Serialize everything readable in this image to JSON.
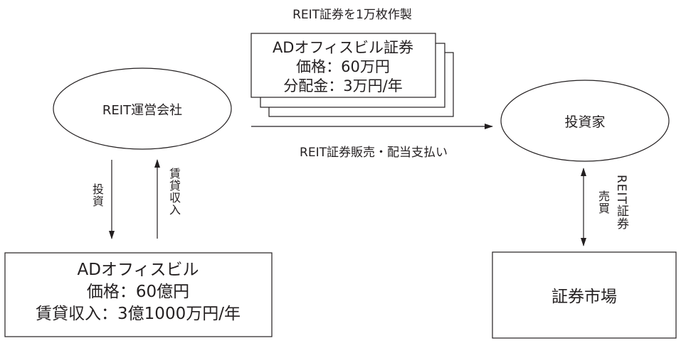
{
  "diagram": {
    "title_label": "REIT証券を1万枚作製",
    "security_card": {
      "lines": [
        "ADオフィスビル証券",
        "価格：60万円",
        "分配金：3万円/年"
      ],
      "stack_count": 3
    },
    "nodes": {
      "reit_company": "REIT運営会社",
      "investor": "投資家",
      "office_building": {
        "lines": [
          "ADオフィスビル",
          "価格：60億円",
          "賃貸収入：3億1000万円/年"
        ]
      },
      "securities_market": "証券市場"
    },
    "edges": {
      "company_to_investor": "REIT証券販売・配当支払い",
      "company_to_building": "投資",
      "building_to_company": "賃貸収入",
      "investor_market_label_1": "REIT証券",
      "investor_market_label_2": "売買"
    },
    "colors": {
      "line": "#231f20",
      "background": "#ffffff"
    }
  }
}
